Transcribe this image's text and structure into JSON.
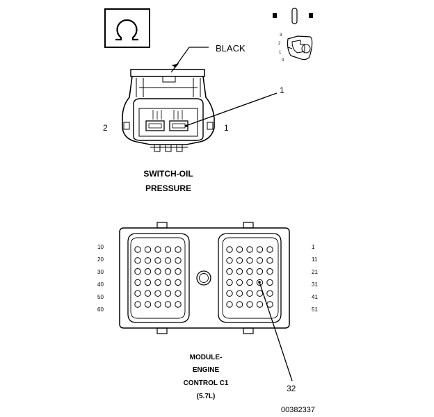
{
  "switch_connector": {
    "wire_color_label": "BLACK",
    "callout_number": "1",
    "pin_left_label": "2",
    "pin_right_label": "1",
    "name_line1": "SWITCH-OIL",
    "name_line2": "PRESSURE",
    "key_pin_labels": [
      "3",
      "2",
      "1",
      "0"
    ]
  },
  "module_connector": {
    "left_row_labels": [
      "10",
      "20",
      "30",
      "40",
      "50",
      "60"
    ],
    "right_row_labels": [
      "1",
      "11",
      "21",
      "31",
      "41",
      "51"
    ],
    "callout_number": "32",
    "name_line1": "MODULE-",
    "name_line2": "ENGINE",
    "name_line3": "CONTROL C1",
    "name_line4": "(5.7L)"
  },
  "figure_id": "00382337",
  "icons": [
    "omega-connector-symbol-icon",
    "ignition-key-icon"
  ]
}
